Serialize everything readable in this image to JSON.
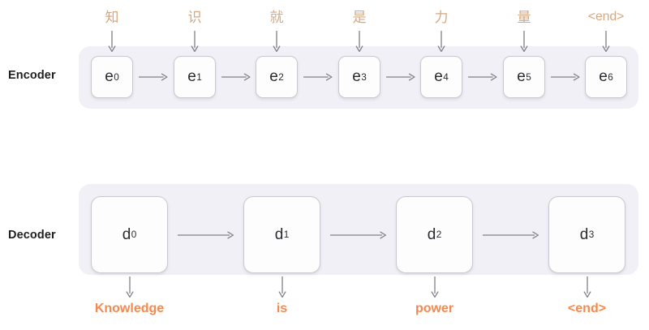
{
  "diagram": {
    "title": "Encoder-Decoder sequence-to-sequence diagram",
    "colors": {
      "band_background": "#f1f0f6",
      "cell_background": "#fdfdfe",
      "cell_border": "#c9c9cf",
      "input_token_text": "#d4a882",
      "output_token_text": "#f5894f",
      "arrow": "#808089",
      "label_text": "#1f1f22"
    }
  },
  "encoder": {
    "label": "Encoder",
    "cells": [
      {
        "base": "e",
        "sub": "0",
        "input_token": "知"
      },
      {
        "base": "e",
        "sub": "1",
        "input_token": "识"
      },
      {
        "base": "e",
        "sub": "2",
        "input_token": "就"
      },
      {
        "base": "e",
        "sub": "3",
        "input_token": "是"
      },
      {
        "base": "e",
        "sub": "4",
        "input_token": "力"
      },
      {
        "base": "e",
        "sub": "5",
        "input_token": "量"
      },
      {
        "base": "e",
        "sub": "6",
        "input_token": "<end>"
      }
    ]
  },
  "decoder": {
    "label": "Decoder",
    "cells": [
      {
        "base": "d",
        "sub": "0",
        "output_token": "Knowledge"
      },
      {
        "base": "d",
        "sub": "1",
        "output_token": "is"
      },
      {
        "base": "d",
        "sub": "2",
        "output_token": "power"
      },
      {
        "base": "d",
        "sub": "3",
        "output_token": "<end>"
      }
    ]
  }
}
